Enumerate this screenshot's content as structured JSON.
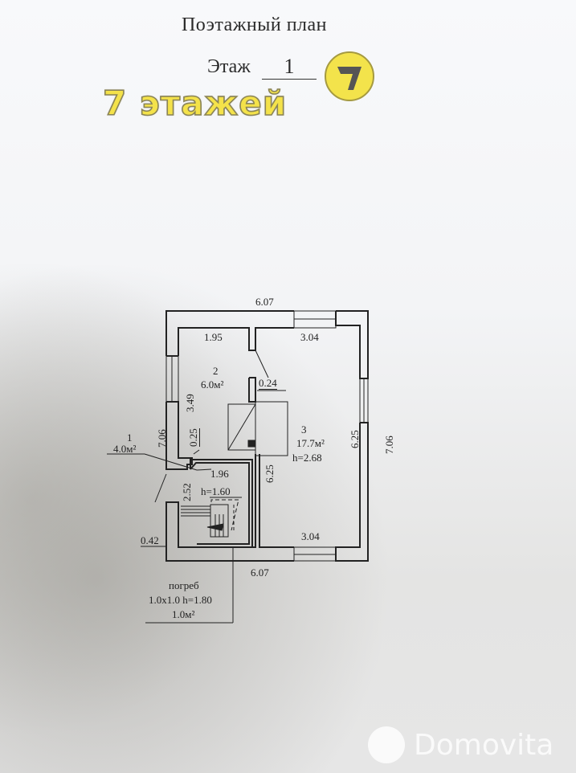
{
  "header": {
    "title": "Поэтажный план",
    "floor_label": "Этаж",
    "floor_number": "1"
  },
  "promo": {
    "text": "7 этажей",
    "badge_digit": "7",
    "colors": {
      "fill": "#f4e24a",
      "outline": "#8a8456",
      "badge_digit": "#555555"
    }
  },
  "plan": {
    "overall": {
      "width_top": "6.07",
      "width_bottom": "6.07",
      "height_left": "7.06",
      "height_right": "7.06"
    },
    "rooms": [
      {
        "number": "1",
        "area": "4.0м²"
      },
      {
        "number": "2",
        "area": "6.0м²",
        "width": "1.95",
        "length": "3.49"
      },
      {
        "number": "3",
        "area": "17.7м²",
        "height": "h=2.68",
        "width_top": "3.04",
        "width_bottom": "3.04",
        "length_left": "6.25",
        "length_right": "6.25"
      }
    ],
    "dimensions": {
      "partition": "0.24",
      "wall_small": "0.25",
      "hall_width": "1.96",
      "hall_length": "2.52",
      "stair_height": "h=1.60",
      "left_offset": "0.42"
    },
    "cellar": {
      "label": "погреб",
      "size": "1.0x1.0 h=1.80",
      "area": "1.0м²"
    }
  },
  "watermark": {
    "text": "Domovita"
  }
}
